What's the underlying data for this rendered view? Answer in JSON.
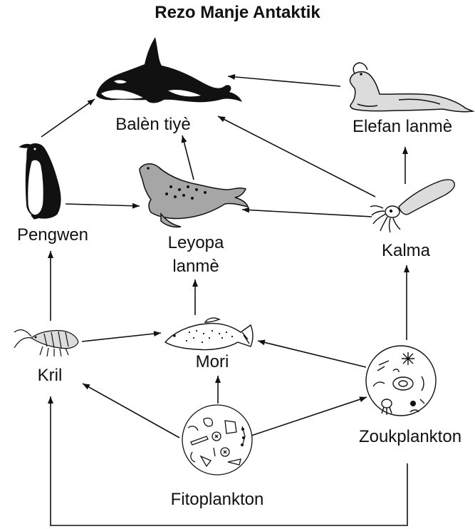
{
  "title": "Rezo Manje Antaktik",
  "organisms": {
    "whale": "Balèn tiyè",
    "elephant_seal": "Elefan lanmè",
    "penguin": "Pengwen",
    "leopard_seal_line1": "Leyopa",
    "leopard_seal_line2": "lanmè",
    "squid": "Kalma",
    "krill": "Kril",
    "fish": "Mori",
    "zooplankton": "Zoukplankton",
    "phytoplankton": "Fitoplankton"
  },
  "food_web_links": [
    {
      "from": "Pengwen",
      "to": "Balèn tiyè"
    },
    {
      "from": "Elefan lanmè",
      "to": "Balèn tiyè"
    },
    {
      "from": "Kalma",
      "to": "Balèn tiyè"
    },
    {
      "from": "Leyopa lanmè",
      "to": "Balèn tiyè"
    },
    {
      "from": "Pengwen",
      "to": "Leyopa lanmè"
    },
    {
      "from": "Kalma",
      "to": "Leyopa lanmè"
    },
    {
      "from": "Kalma",
      "to": "Elefan lanmè"
    },
    {
      "from": "Kril",
      "to": "Pengwen"
    },
    {
      "from": "Mori",
      "to": "Leyopa lanmè"
    },
    {
      "from": "Zoukplankton",
      "to": "Kalma"
    },
    {
      "from": "Kril",
      "to": "Mori"
    },
    {
      "from": "Zoukplankton",
      "to": "Mori"
    },
    {
      "from": "Fitoplankton",
      "to": "Kril"
    },
    {
      "from": "Fitoplankton",
      "to": "Mori"
    },
    {
      "from": "Fitoplankton",
      "to": "Zoukplankton"
    },
    {
      "from": "Zoukplankton",
      "to": "Kril"
    }
  ],
  "colors": {
    "ink": "#111111",
    "seal_gray": "#a6a6a6",
    "light_gray": "#dcdcdc",
    "background": "#ffffff"
  }
}
